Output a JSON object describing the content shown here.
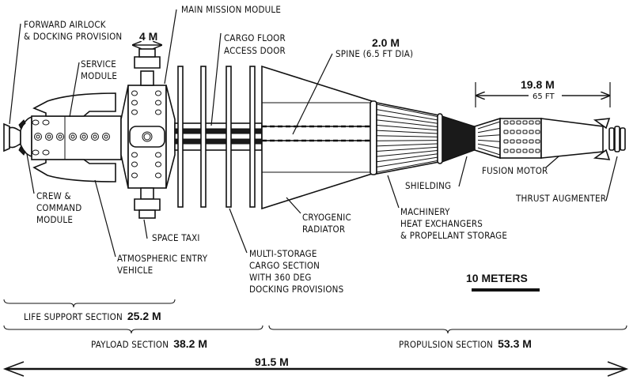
{
  "labels": {
    "forward_airlock": [
      "FORWARD AIRLOCK",
      "& DOCKING PROVISION"
    ],
    "service_module": [
      "SERVICE",
      "MODULE"
    ],
    "main_mission_module": "MAIN MISSION MODULE",
    "cargo_floor": [
      "CARGO FLOOR",
      "ACCESS DOOR"
    ],
    "spine": "SPINE (6.5 FT DIA)",
    "crew_command": [
      "CREW &",
      "COMMAND",
      "MODULE"
    ],
    "space_taxi": "SPACE TAXI",
    "atmospheric_entry": [
      "ATMOSPHERIC ENTRY",
      "VEHICLE"
    ],
    "multi_storage": [
      "MULTI-STORAGE",
      "CARGO SECTION",
      "WITH 360 DEG",
      "DOCKING PROVISIONS"
    ],
    "cryogenic_radiator": [
      "CRYOGENIC",
      "RADIATOR"
    ],
    "machinery": [
      "MACHINERY",
      "HEAT EXCHANGERS",
      "& PROPELLANT STORAGE"
    ],
    "shielding": "SHIELDING",
    "fusion_motor": "FUSION MOTOR",
    "thrust_augmenter": "THRUST AUGMENTER"
  },
  "dimensions": {
    "module_width": "4 M",
    "spine_diameter": "2.0 M",
    "motor_length": "19.8 M",
    "motor_length_ft": "65 FT",
    "scale_bar": "10 METERS",
    "total_length": "91.5 M"
  },
  "sections": [
    {
      "name": "LIFE SUPPORT SECTION",
      "length": "25.2 M"
    },
    {
      "name": "PAYLOAD SECTION",
      "length": "38.2 M"
    },
    {
      "name": "PROPULSION SECTION",
      "length": "53.3 M"
    }
  ]
}
